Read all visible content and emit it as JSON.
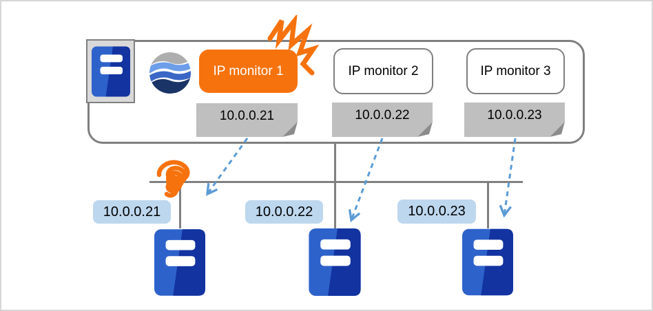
{
  "diagram": {
    "title_hint": "IP monitor failover diagram",
    "monitors": [
      {
        "label": "IP monitor 1",
        "ip": "10.0.0.21",
        "status": "failed",
        "fill": "#f6720d"
      },
      {
        "label": "IP monitor 2",
        "ip": "10.0.0.22",
        "status": "normal",
        "fill": "#ffffff"
      },
      {
        "label": "IP monitor 3",
        "ip": "10.0.0.23",
        "status": "normal",
        "fill": "#ffffff"
      }
    ],
    "servers": [
      {
        "ip": "10.0.0.21"
      },
      {
        "ip": "10.0.0.22"
      },
      {
        "ip": "10.0.0.23"
      }
    ],
    "icons": [
      "server-icon",
      "globe-icon",
      "failure-burst-icon",
      "broken-link-coil-icon",
      "nic-note-icon",
      "dashed-arrow-icon"
    ],
    "colors": {
      "alert_orange": "#f6720d",
      "note_gray": "#bfbfbf",
      "note_fold_gray": "#8c8c8c",
      "line_gray": "#808080",
      "border_gray": "#7f7f7f",
      "arrow_blue": "#5b9bd5",
      "label_light_blue": "#bdd7ee",
      "server_blue": "#2e62cb",
      "server_dark_blue": "#1233a0",
      "unit_box_gray": "#d9d9d9"
    }
  }
}
